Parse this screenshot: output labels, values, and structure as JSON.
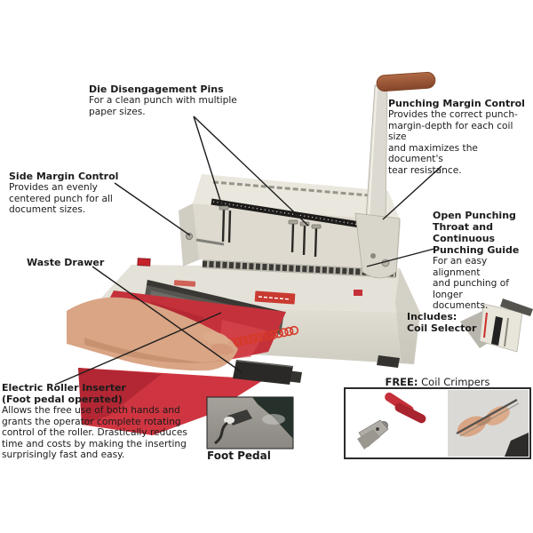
{
  "callouts": {
    "die_pins": {
      "title": "Die Disengagement Pins",
      "body": "For a clean punch with multiple\npaper sizes."
    },
    "punching_margin": {
      "title": "Punching Margin Control",
      "body": "Provides the correct punch-\nmargin-depth for each coil size\nand maximizes the document's\ntear resistance."
    },
    "side_margin": {
      "title": "Side Margin Control",
      "body": "Provides an evenly\ncentered punch for all\ndocument sizes."
    },
    "waste_drawer": {
      "title": "Waste Drawer"
    },
    "open_throat": {
      "title": "Open Punching\nThroat and\nContinuous\nPunching Guide",
      "body": "For an easy alignment\nand punching of longer\ndocuments."
    },
    "includes_coil_selector": {
      "title": "Includes:\nCoil Selector"
    },
    "electric_roller": {
      "title": "Electric Roller Inserter\n(Foot pedal operated)",
      "body": "Allows the free use of both hands and\ngrants the operator complete rotating\ncontrol of the roller.  Drastically reduces\ntime and costs by making the inserting\nsurprisingly fast and easy."
    },
    "foot_pedal": {
      "caption": "Foot Pedal"
    },
    "free_crimpers": {
      "prefix": "FREE:",
      "label": "Coil Crimpers"
    }
  },
  "colors": {
    "text": "#1b1b1b",
    "machine_body": "#dedacf",
    "machine_top": "#eae7de",
    "handle_grip_brown": "#9a5638",
    "document_red": "#c5313b",
    "coil_red": "#d63a28",
    "pliers_red": "#c5303a",
    "carpet_gray": "#989590",
    "callout_line": "#1c1c1c"
  }
}
